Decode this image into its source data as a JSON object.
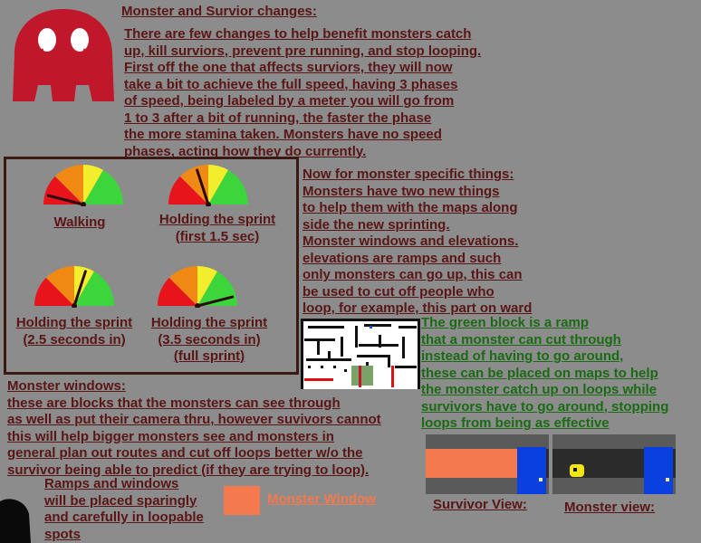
{
  "section1": {
    "heading": "Monster and Survior changes:",
    "lines": [
      "There are few changes to help benefit monsters catch",
      "up, kill surviors, prevent pre running, and stop looping.",
      "First off the one that affects surviors, they will now",
      "take a bit to achieve the full speed, having 3 phases",
      "of speed, being labeled by a meter you will go from",
      "1 to 3 after a bit of running, the faster the phase",
      "the more stamina taken. Monsters have no speed",
      "phases, acting how they do currently."
    ]
  },
  "meters": [
    {
      "lines": [
        "Walking"
      ],
      "level": 0.08
    },
    {
      "lines": [
        "Holding the sprint",
        "(first 1.5 sec)"
      ],
      "level": 0.4
    },
    {
      "lines": [
        "Holding the sprint",
        "(2.5 seconds in)"
      ],
      "level": 0.6
    },
    {
      "lines": [
        "Holding the sprint",
        "(3.5 seconds in)",
        "(full sprint)"
      ],
      "level": 0.92
    }
  ],
  "section2": {
    "lines": [
      "Now for monster specific things:",
      "Monsters have two new things",
      "to help them with the maps along",
      "side the new sprinting.",
      "Monster windows and elevations.",
      "elevations are ramps and such",
      "only monsters can go up, this can",
      "be used to cut off people who",
      "loop, for example, this part on ward"
    ]
  },
  "ramp_note": {
    "lines": [
      "The green block is a ramp",
      "that a monster can cut through",
      "instead of having to go around,",
      "these can be placed on maps to help",
      "the monster catch up on loops while",
      "survivors have to go around, stopping",
      "loops from being as effective"
    ]
  },
  "windows": {
    "lines": [
      "Monster windows:",
      "these are blocks that the monsters can see through",
      "as well as put their camera thru, however suvivors cannot",
      "this will help bigger monsters see and monsters in",
      "general plan out routes and cut off loops better w/o the",
      "survivor being able to predict (if they are trying to loop)."
    ]
  },
  "ramps_sparingly": {
    "lines": [
      "Ramps and windows",
      "will be placed sparingly",
      "and carefully in loopable",
      "spots"
    ]
  },
  "legend": {
    "label": "Monster Window"
  },
  "views": {
    "survivor": "Survivor View:",
    "monster": "Monster view:"
  },
  "colors": {
    "maroon_text": "#5a1616",
    "green_text": "#1a6b14",
    "window_orange": "#f47a4d",
    "monster_red": "#c0172b",
    "door_blue": "#0a3fe0",
    "background": "#8c8c8c"
  }
}
